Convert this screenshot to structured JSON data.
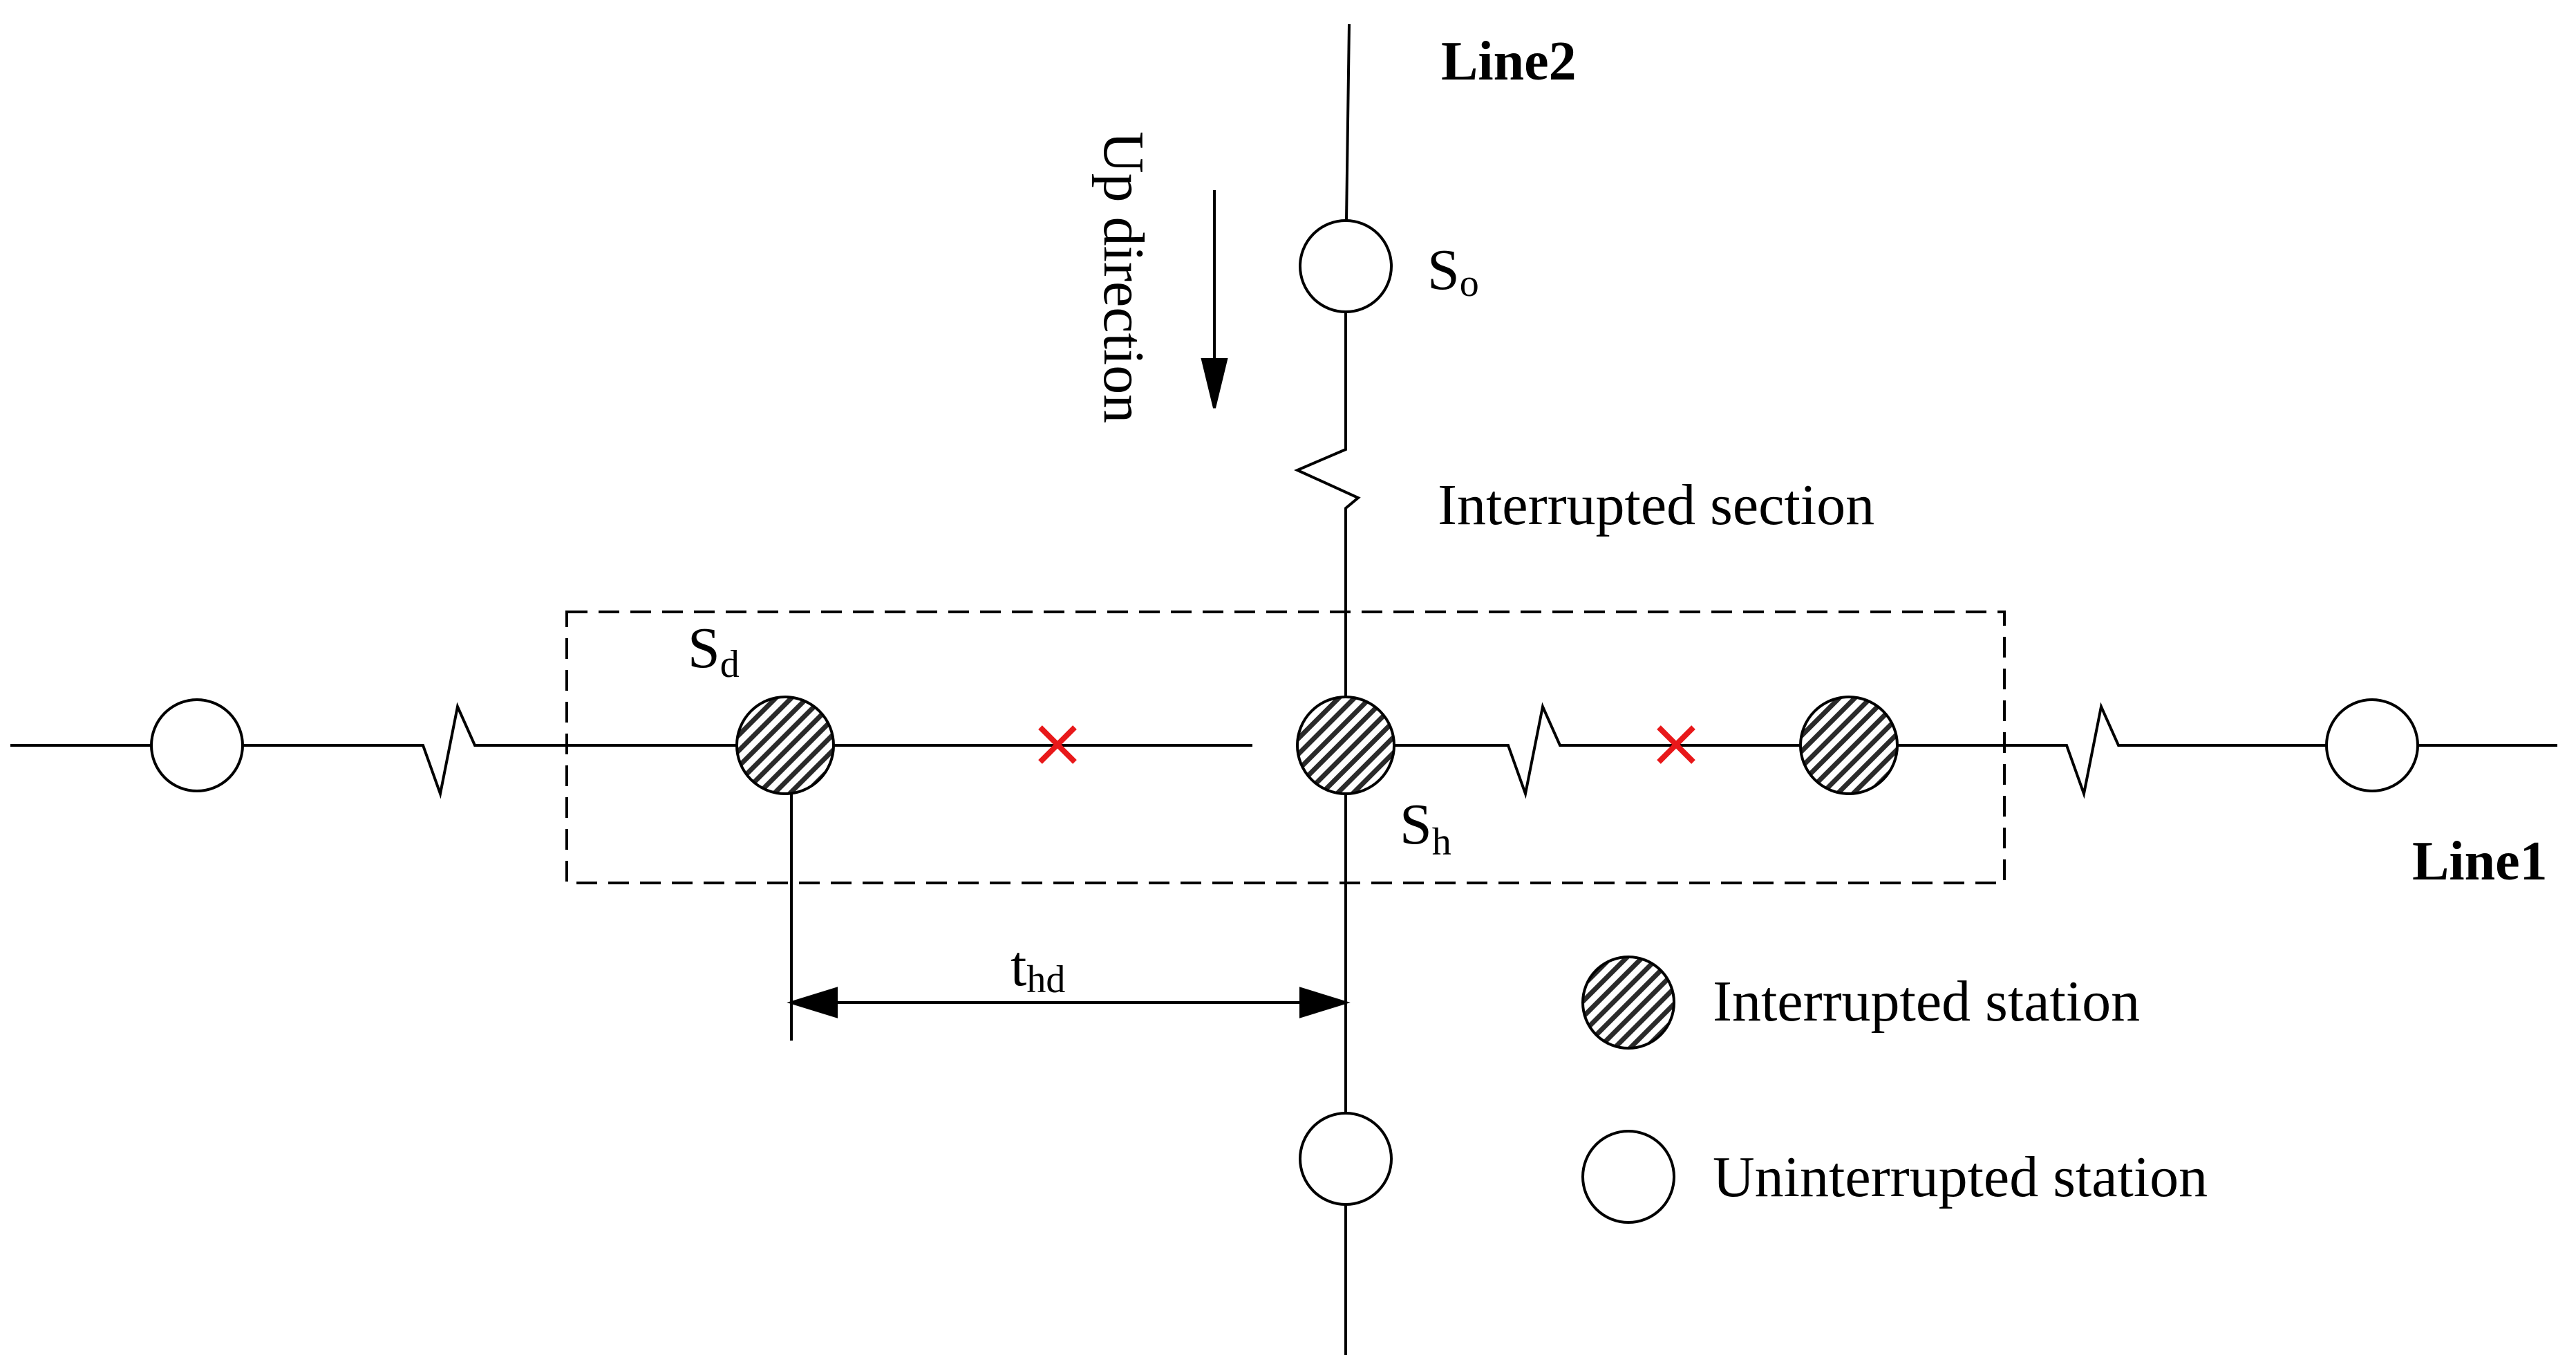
{
  "lines": {
    "line1_label": "Line1",
    "line2_label": "Line2"
  },
  "annotations": {
    "direction_label": "Up direction",
    "interrupted_section_label": "Interrupted section",
    "station_so": {
      "main": "S",
      "sub": "o"
    },
    "station_sd": {
      "main": "S",
      "sub": "d"
    },
    "station_sh": {
      "main": "S",
      "sub": "h"
    },
    "distance_thd": {
      "main": "t",
      "sub": "hd"
    }
  },
  "legend": {
    "interrupted": "Interrupted station",
    "uninterrupted": "Uninterrupted station"
  },
  "colors": {
    "line": "#000000",
    "cross": "#e8181a",
    "dash_box": "#000000"
  }
}
